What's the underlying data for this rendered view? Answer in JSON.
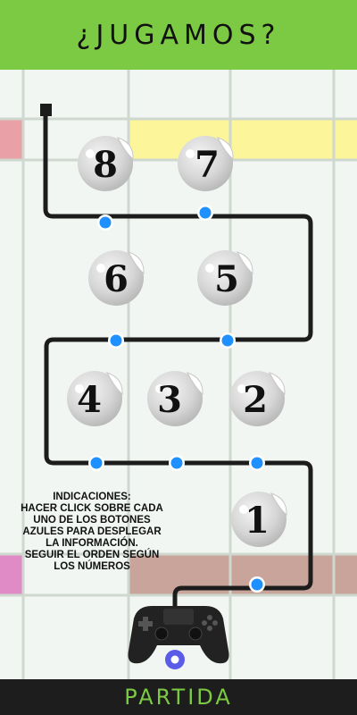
{
  "header": {
    "title": "¿JUGAMOS?"
  },
  "steps": [
    {
      "number": "8"
    },
    {
      "number": "7"
    },
    {
      "number": "6"
    },
    {
      "number": "5"
    },
    {
      "number": "4"
    },
    {
      "number": "3"
    },
    {
      "number": "2"
    },
    {
      "number": "1"
    }
  ],
  "instructions": {
    "text": "INDICACIONES:\nHACER CLICK SOBRE  CADA\nUNO DE LOS BOTONES\nAZULES PARA DESPLEGAR\nLA INFORMACIÓN.\nSEGUIR EL ORDEN SEGÚN\nLOS NÚMEROS"
  },
  "footer": {
    "label": "PARTIDA"
  },
  "colors": {
    "header_bg": "#7cc944",
    "footer_bg": "#1d1d1d",
    "footer_text": "#7cc944",
    "node_blue": "#1e90ff",
    "yellow_band": "#fdf59a",
    "pink_band": "#e9a0a6",
    "brown_band": "#c9a49a",
    "magenta_band": "#e08ac6"
  },
  "icons": {
    "cable": "controller-cable",
    "controller": "gamepad-icon",
    "start": "ring-button-icon"
  }
}
